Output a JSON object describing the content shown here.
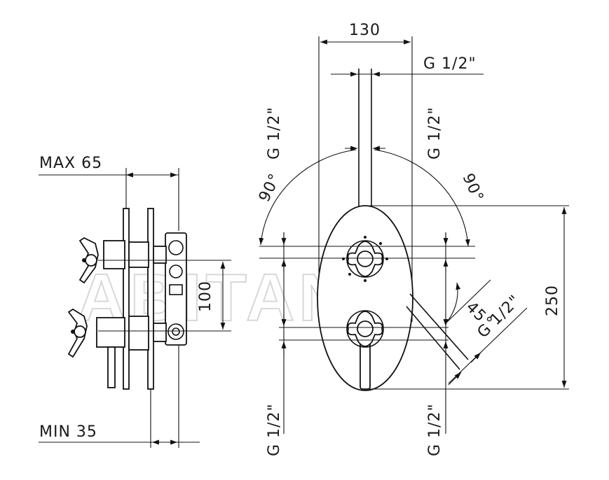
{
  "watermark": "ABITANT",
  "dimensions": {
    "max_depth": "MAX 65",
    "min_depth": "MIN 35",
    "handle_spacing": "100",
    "plate_width": "130",
    "plate_height": "250",
    "top_outlet": "G 1/2\"",
    "left_upper_inlet": "G 1/2\"",
    "right_upper_inlet": "G 1/2\"",
    "left_lower_inlet": "G 1/2\"",
    "right_lower_inlet": "G 1/2\"",
    "diagonal_outlet": "G 1/2\"",
    "left_rotation": "90°",
    "right_rotation": "90°",
    "diagonal_angle": "45°"
  }
}
